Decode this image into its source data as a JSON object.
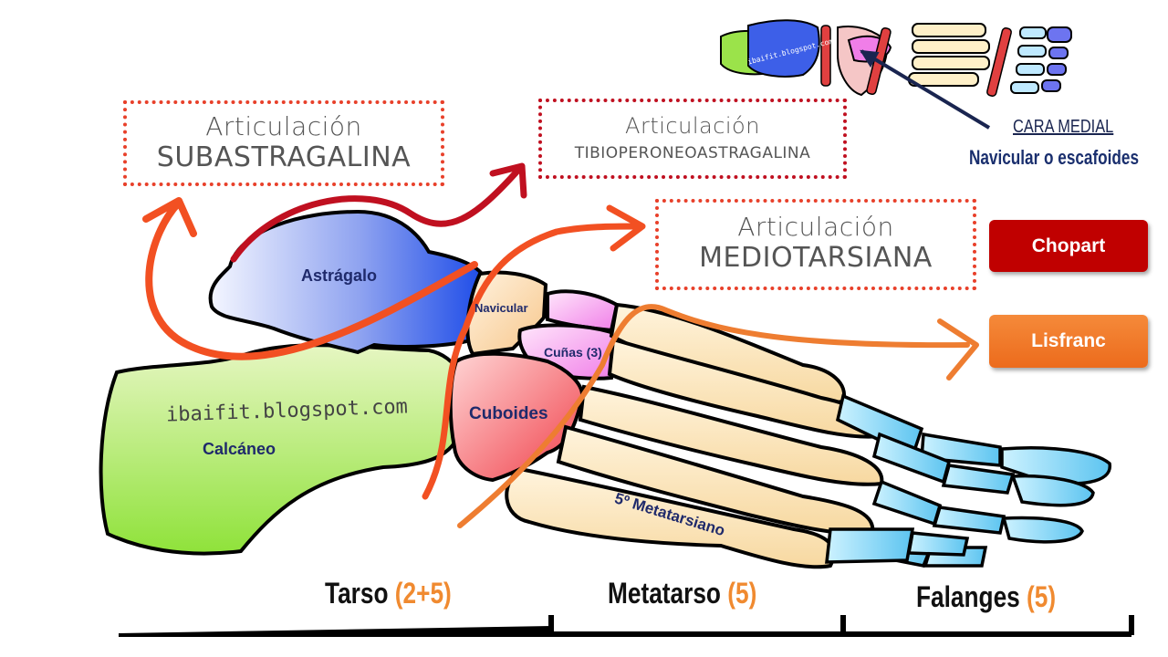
{
  "boxes": {
    "subastragalina": {
      "line1": "Articulación",
      "line2": "SUBASTRAGALINA"
    },
    "tibioperoneo": {
      "line1": "Articulación",
      "line2": "TIBIOPERONEOASTRAGALINA"
    },
    "mediotarsiana": {
      "line1": "Articulación",
      "line2": "MEDIOTARSIANA"
    }
  },
  "buttons": {
    "chopart": "Chopart",
    "lisfranc": "Lisfranc"
  },
  "colors": {
    "chopart": "#c00000",
    "lisfranc": "#f07a2a",
    "arrow_red": "#c01020",
    "arrow_orange": "#ee7d31"
  },
  "bones": {
    "astragalo": "Astrágalo",
    "navicular": "Navicular",
    "cunas": "Cuñas (3)",
    "cuboides": "Cuboides",
    "calcaneo": "Calcáneo",
    "metatarsiano5": "5º Metatarsiano"
  },
  "watermark": "ibaifit.blogspot.com",
  "thumbnail_watermark": "ibaifit.blogspot.com",
  "medial": {
    "title": "CARA MEDIAL",
    "subtitle": "Navicular  o escafoides"
  },
  "sections": [
    {
      "name": "Tarso",
      "count": "(2+5)"
    },
    {
      "name": "Metatarso",
      "count": "(5)"
    },
    {
      "name": "Falanges",
      "count": "(5)"
    }
  ]
}
